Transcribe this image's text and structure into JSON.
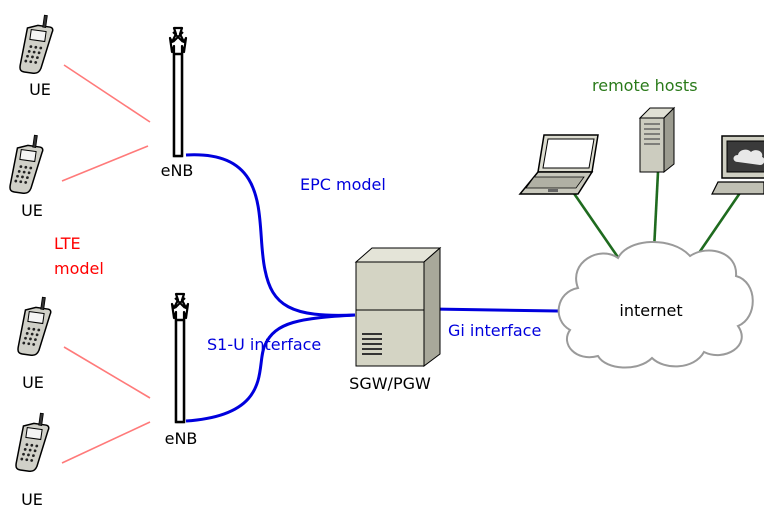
{
  "colors": {
    "radio_link": "#ff7a7a",
    "epc_link": "#0000dd",
    "remote_link": "#1f6b1f",
    "lte_text": "#ff0000",
    "epc_text": "#0000dd",
    "remote_text": "#2a7a1a"
  },
  "icons": {
    "phone": "mobile-phone-icon",
    "tower": "enb-antenna-icon",
    "gateway": "server-tower-icon",
    "cloud": "cloud-icon",
    "laptop": "laptop-icon",
    "server": "server-icon",
    "monitor": "computer-icon"
  },
  "labels": {
    "ue1": "UE",
    "ue2": "UE",
    "ue3": "UE",
    "ue4": "UE",
    "enb_top": "eNB",
    "enb_bottom": "eNB",
    "lte_model_line1": "LTE",
    "lte_model_line2": "model",
    "epc_model": "EPC model",
    "s1u_interface": "S1-U interface",
    "gi_interface": "Gi interface",
    "sgw_pgw": "SGW/PGW",
    "internet": "internet",
    "remote_hosts": "remote hosts"
  }
}
